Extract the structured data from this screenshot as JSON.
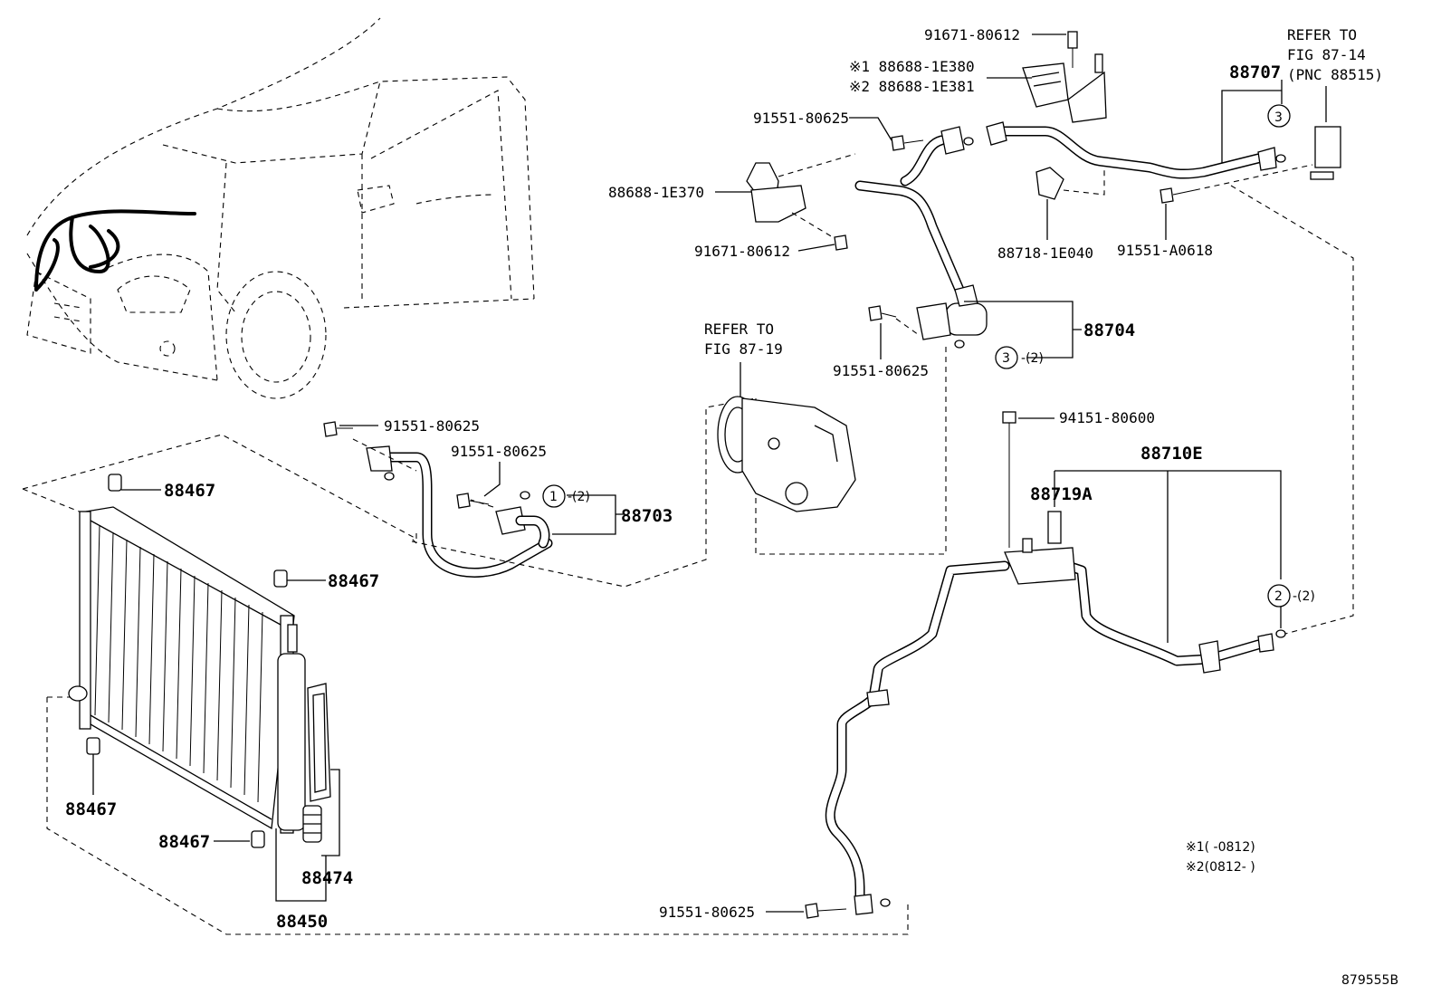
{
  "labels": {
    "l_91671_80612_a": "91671-80612",
    "l_88688_1E380": "※1 88688-1E380",
    "l_88688_1E381": "※2 88688-1E381",
    "l_91551_80625_a": "91551-80625",
    "l_88688_1E370": "88688-1E370",
    "l_91671_80612_b": "91671-80612",
    "l_88718_1E040": "88718-1E040",
    "l_91551_A0618": "91551-A0618",
    "refer_top_1": "REFER TO",
    "refer_top_2": "FIG 87-14",
    "refer_top_3": "(PNC 88515)",
    "l_88707": "88707",
    "refer_mid_1": "REFER TO",
    "refer_mid_2": "FIG 87-19",
    "l_88704": "88704",
    "l_91551_80625_b": "91551-80625",
    "l_91551_80625_c": "91551-80625",
    "l_91551_80625_d": "91551-80625",
    "l_88703": "88703",
    "l_94151_80600": "94151-80600",
    "l_88710E": "88710E",
    "l_88719A": "88719A",
    "l_88467": "88467",
    "l_88474": "88474",
    "l_88450": "88450",
    "l_91551_80625_e": "91551-80625",
    "ref_1": "1",
    "ref_2": "2",
    "ref_3": "3",
    "qty_2": "-(2)",
    "diagram_id": "879555B"
  },
  "notes": {
    "n1": "※1(      -0812)",
    "n2": "※2(0812-      )"
  }
}
